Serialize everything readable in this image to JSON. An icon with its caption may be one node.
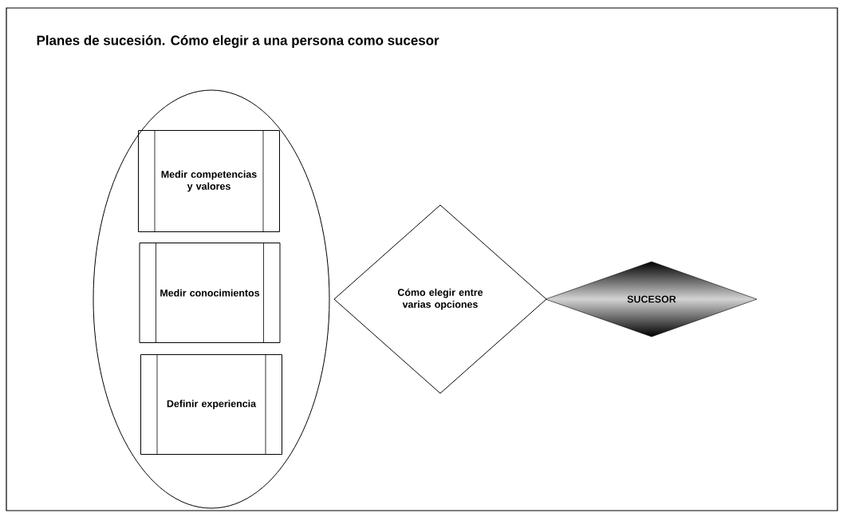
{
  "diagram": {
    "title": "Planes de sucesión. Cómo elegir a una persona como sucesor",
    "nodes": [
      {
        "text": [],
        "shape": "ellipse"
      },
      {
        "text": [
          "Medir competencias y valores"
        ],
        "in": 0
      },
      {
        "text": [
          "Medir conocimientos"
        ],
        "in": 0
      },
      {
        "text": [
          "Definir experiencia"
        ],
        "in": 0
      },
      {
        "text": [
          "Cómo elegir entre varias opciones"
        ]
      },
      {
        "text": [
          "SUCESOR"
        ]
      }
    ]
  }
}
